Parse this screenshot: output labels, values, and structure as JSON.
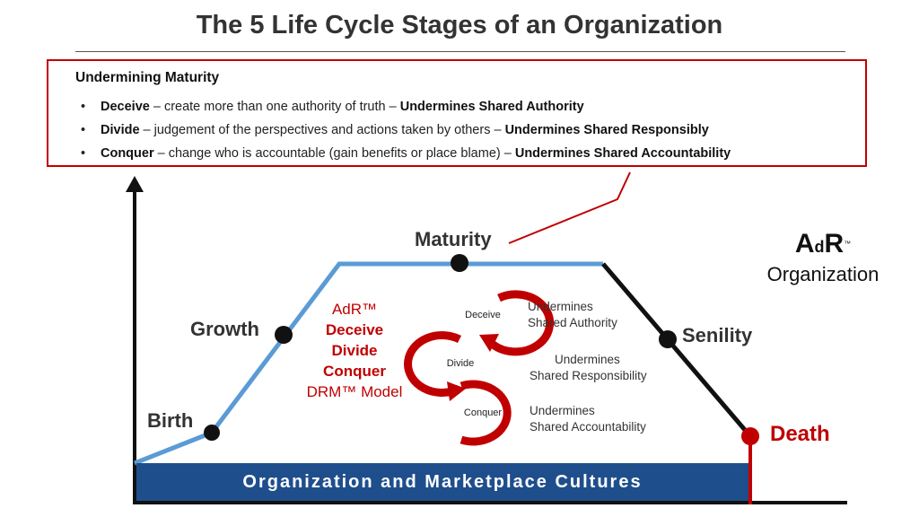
{
  "title": "The 5 Life Cycle Stages of an Organization",
  "box": {
    "heading": "Undermining Maturity",
    "items": [
      {
        "term": "Deceive",
        "text": " – create more than one authority of truth – ",
        "outcome": "Undermines Shared Authority"
      },
      {
        "term": "Divide",
        "text": " – judgement of the perspectives and actions taken by others – ",
        "outcome": "Undermines Shared Responsibly"
      },
      {
        "term": "Conquer",
        "text": " – change who is accountable (gain benefits or place blame) – ",
        "outcome": "Undermines Shared Accountability"
      }
    ]
  },
  "stages": {
    "birth": "Birth",
    "growth": "Growth",
    "maturity": "Maturity",
    "senility": "Senility",
    "death": "Death"
  },
  "model": {
    "line1": "AdR™",
    "line2": "Deceive",
    "line3": "Divide",
    "line4": "Conquer",
    "line5": "DRM™ Model"
  },
  "cycle": {
    "deceive": "Deceive",
    "divide": "Divide",
    "conquer": "Conquer",
    "undermines1_a": "Undermines",
    "undermines1_b": "Shared Authority",
    "undermines2_a": "Undermines",
    "undermines2_b": "Shared Responsibility",
    "undermines3_a": "Undermines",
    "undermines3_b": "Shared Accountability"
  },
  "culture_bar": "Organization and Marketplace Cultures",
  "logo": {
    "big_a": "A",
    "small_d": "d",
    "big_r": "R",
    "tm": "™",
    "subtitle": "Organization"
  },
  "colors": {
    "accent_red": "#c00000",
    "lifecycle_blue": "#5b9bd5",
    "bar_blue": "#1f4e8c",
    "decline_black": "#111111"
  }
}
